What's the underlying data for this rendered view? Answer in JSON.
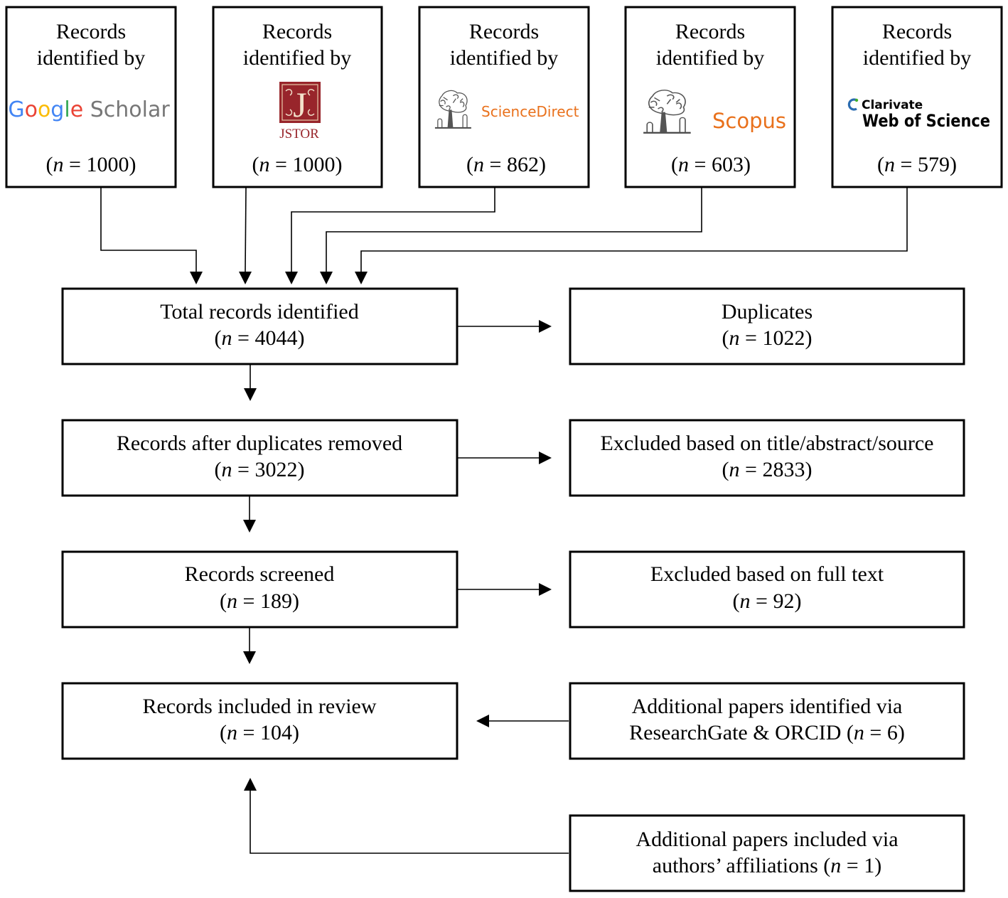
{
  "sources": [
    {
      "line1": "Records",
      "line2": "identified by",
      "logo": "Google Scholar",
      "logo_parts": [
        "G",
        "o",
        "o",
        "g",
        "l",
        "e",
        "Scholar"
      ],
      "n_label": "n",
      "n_value": " = 1000)"
    },
    {
      "line1": "Records",
      "line2": "identified by",
      "logo": "JSTOR",
      "n_label": "n",
      "n_value": " = 1000)"
    },
    {
      "line1": "Records",
      "line2": "identified by",
      "logo": "ScienceDirect",
      "n_label": "n",
      "n_value": " = 862)"
    },
    {
      "line1": "Records",
      "line2": "identified by",
      "logo": "Scopus",
      "n_label": "n",
      "n_value": " = 603)"
    },
    {
      "line1": "Records",
      "line2": "identified by",
      "logo_top": "Clarivate",
      "logo_bottom": "Web of Science",
      "n_label": "n",
      "n_value": " = 579)"
    }
  ],
  "steps": [
    {
      "title": "Total records identified",
      "n_label": "n",
      "n_value": " = 4044)"
    },
    {
      "title": "Records after duplicates removed",
      "n_label": "n",
      "n_value": " = 3022)"
    },
    {
      "title": "Records screened",
      "n_label": "n",
      "n_value": " = 189)"
    },
    {
      "title": "Records included in review",
      "n_label": "n",
      "n_value": " = 104)"
    }
  ],
  "side": [
    {
      "line1": "Duplicates",
      "n_label": "n",
      "n_value": " = 1022)"
    },
    {
      "line1": "Excluded based on title/abstract/source",
      "n_label": "n",
      "n_value": " = 2833)"
    },
    {
      "line1": "Excluded based on full text",
      "n_label": "n",
      "n_value": " = 92)"
    },
    {
      "line1": "Additional papers identified via",
      "line2_prefix": "ResearchGate & ORCID (",
      "n_label": "n",
      "n_value": " = 6)"
    },
    {
      "line1": "Additional papers included via",
      "line2_prefix": "authors’ affiliations (",
      "n_label": "n",
      "n_value": " = 1)"
    }
  ],
  "colors": {
    "google_blue": "#4285F4",
    "google_red": "#EA4335",
    "google_yellow": "#FBBC05",
    "google_green": "#34A853",
    "scholar_gray": "#777777",
    "jstor_red": "#98252B",
    "elsevier_orange": "#E9711C",
    "clarivate_blue": "#2B6CB0",
    "clarivate_green": "#43B02A"
  },
  "icons": [
    "google-scholar-logo",
    "jstor-logo",
    "elsevier-tree-icon",
    "clarivate-mark-icon"
  ]
}
